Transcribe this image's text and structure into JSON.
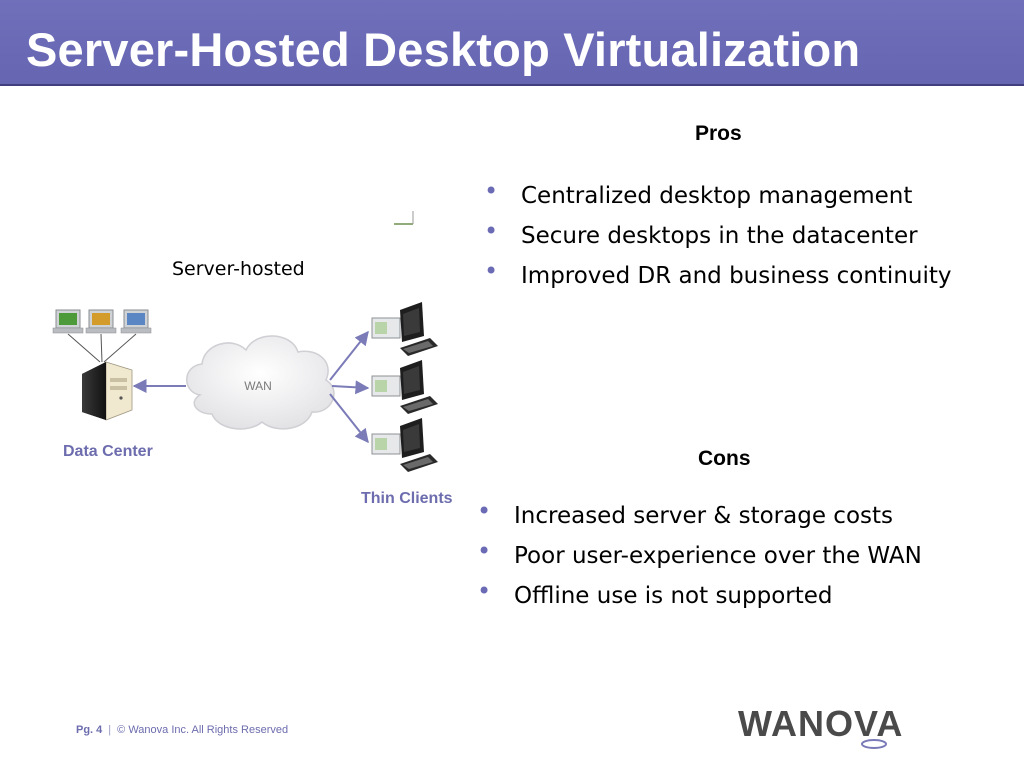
{
  "slide": {
    "title": "Server-Hosted Desktop Virtualization"
  },
  "pros": {
    "heading": "Pros",
    "items": [
      "Centralized desktop management",
      "Secure desktops in the datacenter",
      "Improved DR and business continuity"
    ]
  },
  "cons": {
    "heading": "Cons",
    "items": [
      "Increased server & storage costs",
      "Poor user-experience over the WAN",
      "Offline use is not supported"
    ]
  },
  "diagram": {
    "caption": "Server-hosted",
    "cloud_label": "WAN",
    "data_center_label": "Data Center",
    "thin_clients_label": "Thin Clients"
  },
  "footer": {
    "page": "Pg. 4",
    "separator": "|",
    "copyright": "© Wanova Inc. All Rights Reserved"
  },
  "logo": {
    "text": "WANOVA"
  },
  "colors": {
    "title_bar": "#6565b2",
    "accent": "#6c6cae",
    "bullet": "#6b6bb5"
  }
}
